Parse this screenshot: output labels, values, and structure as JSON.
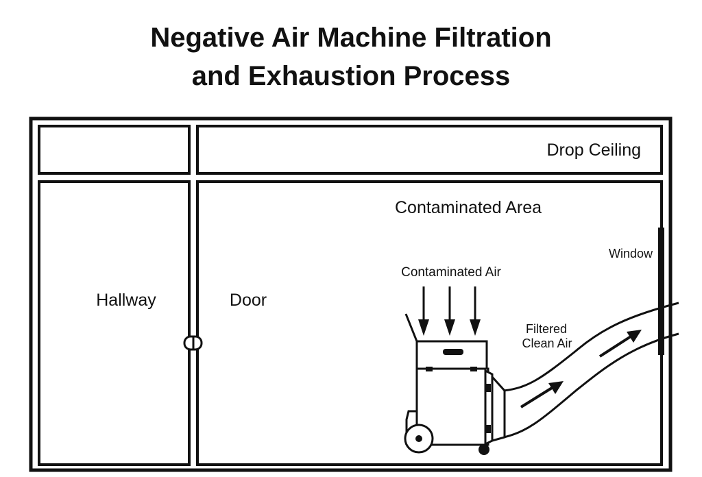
{
  "title": {
    "line1": "Negative Air Machine Filtration",
    "line2": "and Exhaustion Process"
  },
  "labels": {
    "drop_ceiling": "Drop Ceiling",
    "contaminated_area": "Contaminated Area",
    "window": "Window",
    "contaminated_air": "Contaminated Air",
    "hallway": "Hallway",
    "door": "Door",
    "filtered_line1": "Filtered",
    "filtered_line2": "Clean Air"
  },
  "colors": {
    "stroke": "#111111",
    "background": "#ffffff"
  }
}
